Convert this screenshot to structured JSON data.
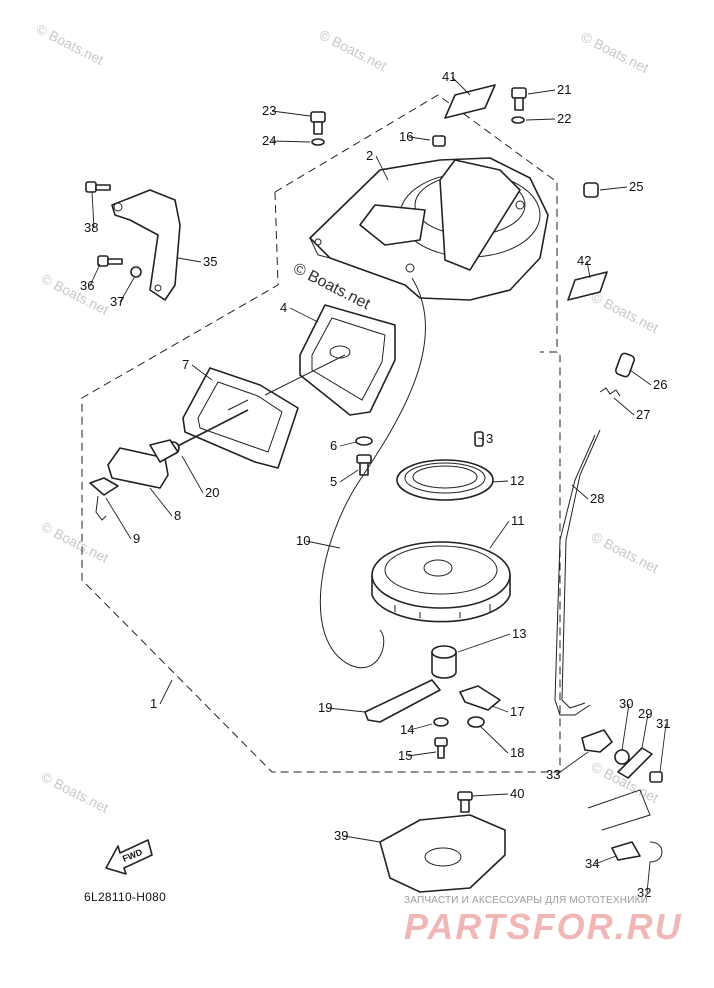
{
  "diagram": {
    "code": "6L28110-H080",
    "fwd_label": "FWD",
    "watermark_text": "© Boats.net",
    "brand_tagline": "ЗАПЧАСТИ И АКСЕССУАРЫ ДЛЯ МОТОТЕХНИКИ",
    "brand_logo": "PARTSFOR.RU",
    "part_numbers": [
      "1",
      "2",
      "3",
      "4",
      "5",
      "6",
      "7",
      "8",
      "9",
      "10",
      "11",
      "12",
      "13",
      "14",
      "15",
      "16",
      "17",
      "18",
      "19",
      "20",
      "21",
      "22",
      "23",
      "24",
      "25",
      "26",
      "27",
      "28",
      "29",
      "30",
      "31",
      "32",
      "33",
      "34",
      "35",
      "36",
      "37",
      "38",
      "39",
      "40",
      "41",
      "42"
    ]
  },
  "colors": {
    "line": "#222222",
    "watermark": "#c8c8c8",
    "brand": "#f1b7b7"
  }
}
